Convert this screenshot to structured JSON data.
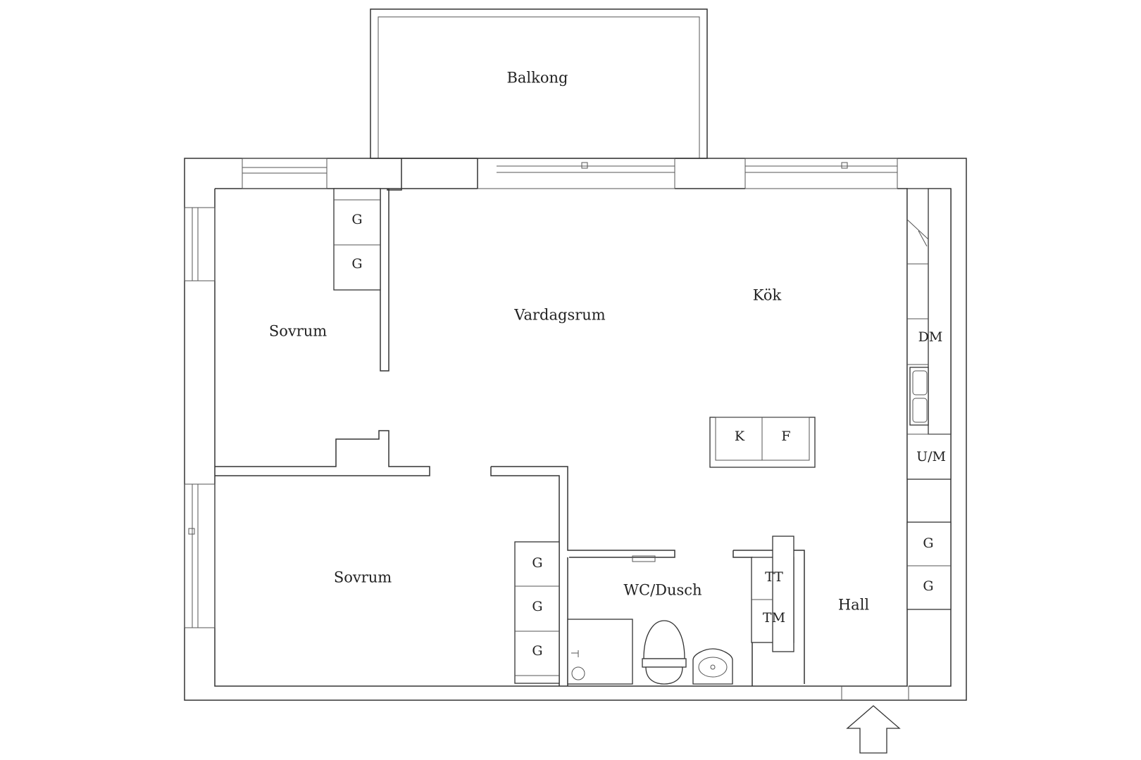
{
  "rooms": {
    "balkong": "Balkong",
    "vardagsrum": "Vardagsrum",
    "kok": "Kök",
    "sovrum_top": "Sovrum",
    "sovrum_bottom": "Sovrum",
    "wc_dusch": "WC/Dusch",
    "hall": "Hall"
  },
  "units": {
    "wardrobe": "G",
    "dishwasher": "DM",
    "fridge": "K",
    "freezer": "F",
    "oven_micro": "U/M",
    "tumble_dryer": "TT",
    "washer": "TM"
  },
  "colors": {
    "line": "#333333",
    "background": "#ffffff"
  },
  "icons": [
    "entrance-arrow-icon",
    "toilet-icon",
    "sink-icon",
    "shower-icon",
    "kitchen-sink-icon"
  ]
}
